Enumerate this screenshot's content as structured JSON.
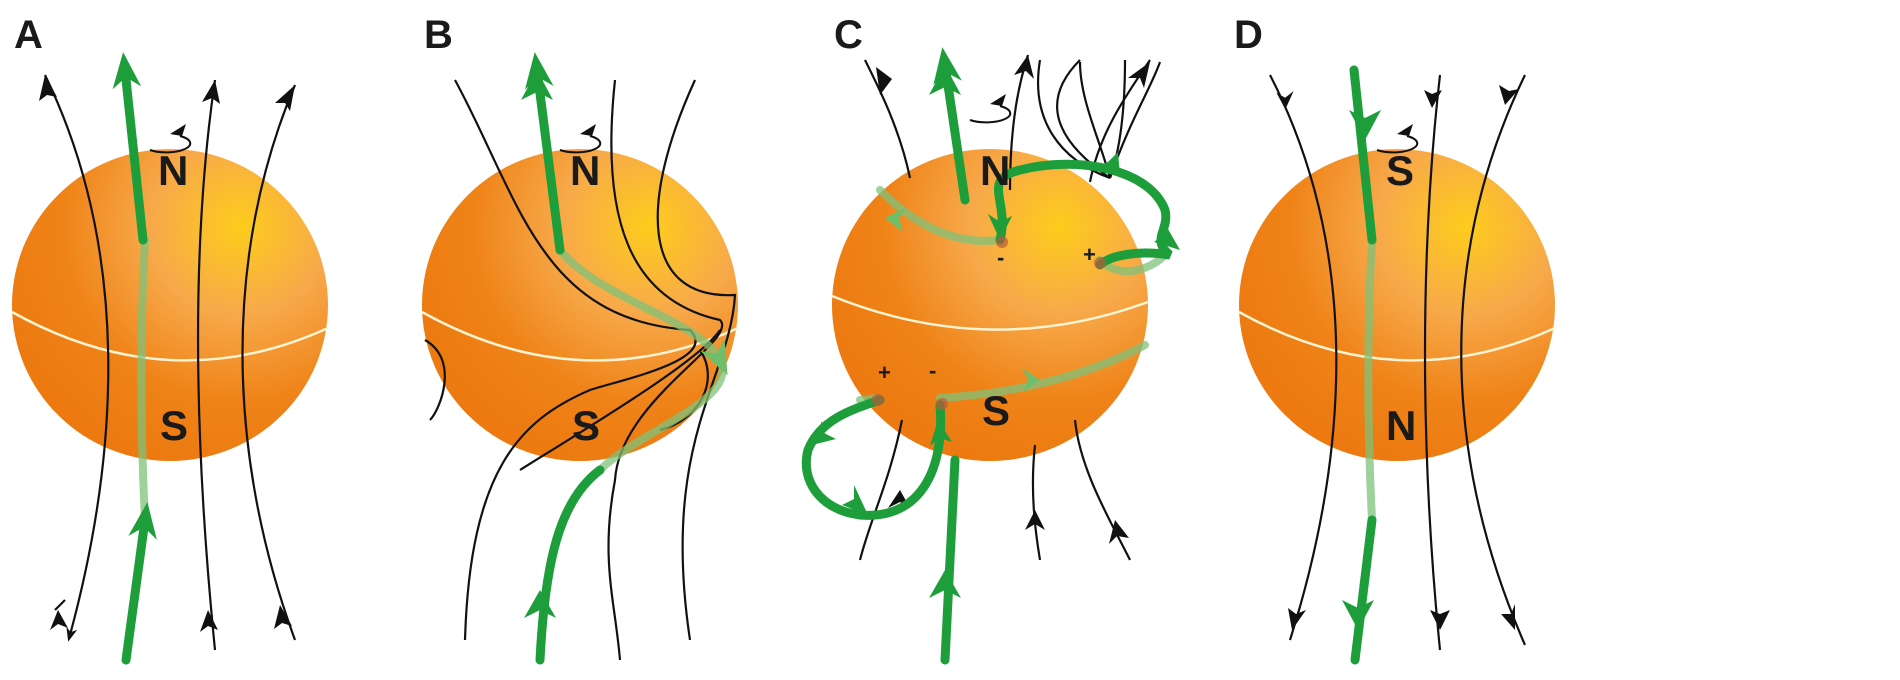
{
  "panels": [
    {
      "label": "A",
      "top_pole": "N",
      "bottom_pole": "S"
    },
    {
      "label": "B",
      "top_pole": "N",
      "bottom_pole": "S"
    },
    {
      "label": "C",
      "top_pole": "N",
      "bottom_pole": "S",
      "signs": [
        "-",
        "+",
        "+",
        "-"
      ]
    },
    {
      "label": "D",
      "top_pole": "S",
      "bottom_pole": "N"
    }
  ],
  "colors": {
    "sphere_dark": "#ee7d12",
    "sphere_light": "#fdcc1c",
    "field_line": "#111111",
    "dipole_line": "#1e9e3a",
    "dipole_line_hidden": "#7fc27a"
  }
}
